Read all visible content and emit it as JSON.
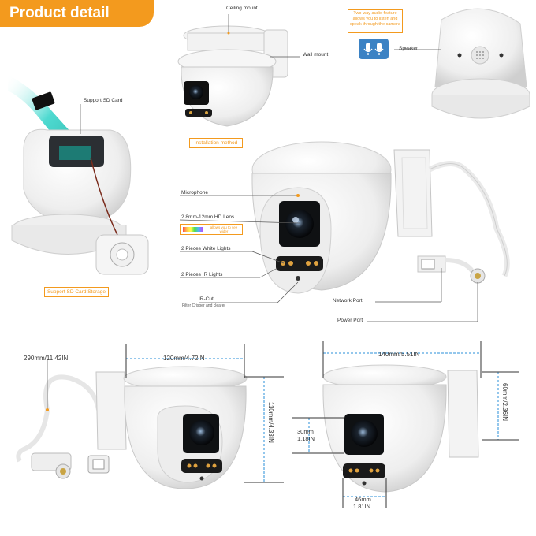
{
  "banner": {
    "title": "Product detail"
  },
  "installation": {
    "ceiling_mount": "Ceiling mount",
    "wall_mount": "Wall mount",
    "method": "Installation method"
  },
  "audio": {
    "note": "Two-way audio feature allows you to listen and speak through the camera",
    "speaker": "Speaker"
  },
  "sd": {
    "support": "Support SD Card",
    "storage": "Support SD Card Storage"
  },
  "features": {
    "microphone": "Microphone",
    "lens": "2.8mm-12mm HD Lens",
    "lens_note": "allows you to see wider",
    "white_lights": "2 Pieces White Lights",
    "ir_lights": "2 Pieces IR Lights",
    "ir_cut": "IR-Cut",
    "ir_cut_note": "Filter Crisper and clearer",
    "network_port": "Network Port",
    "power_port": "Power Port"
  },
  "dimensions": {
    "cable": "290mm/11.42IN",
    "width_a": "120mm/4.72IN",
    "height_a": "110mm/4.33IN",
    "width_b": "140mm/5.51IN",
    "height_b": "60mm/2.36IN",
    "lens_height_mm": "30mm",
    "lens_height_in": "1.18IN",
    "lights_width_mm": "46mm",
    "lights_width_in": "1.81IN"
  },
  "colors": {
    "accent": "#f39a1e",
    "dimension": "#2a8fd8",
    "icon_bg": "#3b82c4"
  }
}
